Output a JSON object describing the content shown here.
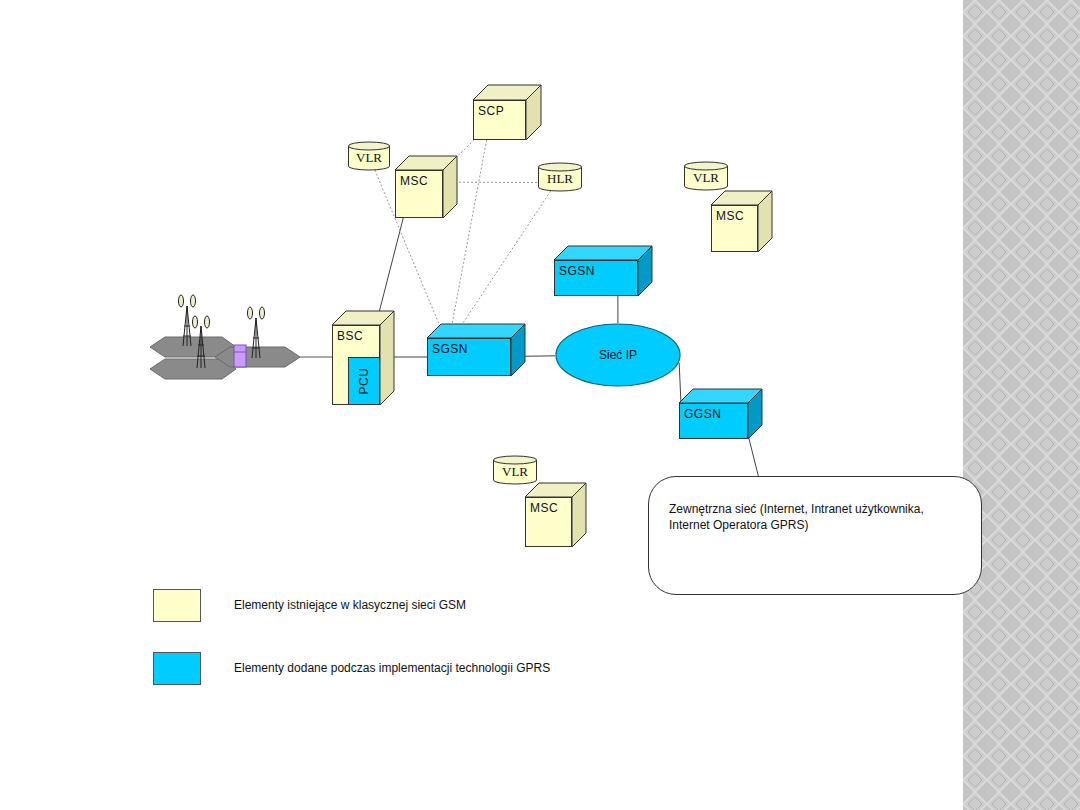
{
  "diagram": {
    "nodes": [
      {
        "text": [
          "SCP"
        ]
      },
      {
        "text": [
          "VLR"
        ]
      },
      {
        "text": [
          "MSC"
        ]
      },
      {
        "text": [
          "HLR"
        ]
      },
      {
        "text": [
          "VLR"
        ]
      },
      {
        "text": [
          "MSC"
        ]
      },
      {
        "text": [
          "SGSN"
        ]
      },
      {
        "text": [
          "BSC"
        ]
      },
      {
        "text": [
          "PCU"
        ],
        "in": 7
      },
      {
        "text": [
          "SGSN"
        ]
      },
      {
        "text": [
          "Sieć IP"
        ]
      },
      {
        "text": [
          "GGSN"
        ]
      },
      {
        "text": [
          "VLR"
        ]
      },
      {
        "text": [
          "MSC"
        ]
      },
      {
        "text": [
          "Zewnętrzna sieć (Internet, Intranet użytkownika, Internet Operatora GPRS)"
        ]
      }
    ],
    "edges": [
      {
        "from": 2,
        "to": 7,
        "arrow": "none"
      },
      {
        "from": 7,
        "to": 9,
        "arrow": "none"
      },
      {
        "from": 9,
        "to": 10,
        "arrow": "none"
      },
      {
        "from": 6,
        "to": 10,
        "arrow": "none"
      },
      {
        "from": 10,
        "to": 11,
        "arrow": "none"
      },
      {
        "from": 11,
        "to": 14,
        "arrow": "none"
      },
      {
        "from": 1,
        "to": 9,
        "arrow": "none"
      },
      {
        "from": 0,
        "to": 9,
        "arrow": "none"
      },
      {
        "from": 3,
        "to": 9,
        "arrow": "none"
      },
      {
        "from": 2,
        "to": 3,
        "arrow": "none"
      },
      {
        "from": 0,
        "to": 2,
        "arrow": "none"
      }
    ],
    "legend": [
      {
        "text": "Elementy istniejące w klasycznej sieci GSM",
        "color": "#ffffcc"
      },
      {
        "text": "Elementy dodane podczas implementacji technologii GPRS",
        "color": "#00ccff"
      }
    ]
  }
}
